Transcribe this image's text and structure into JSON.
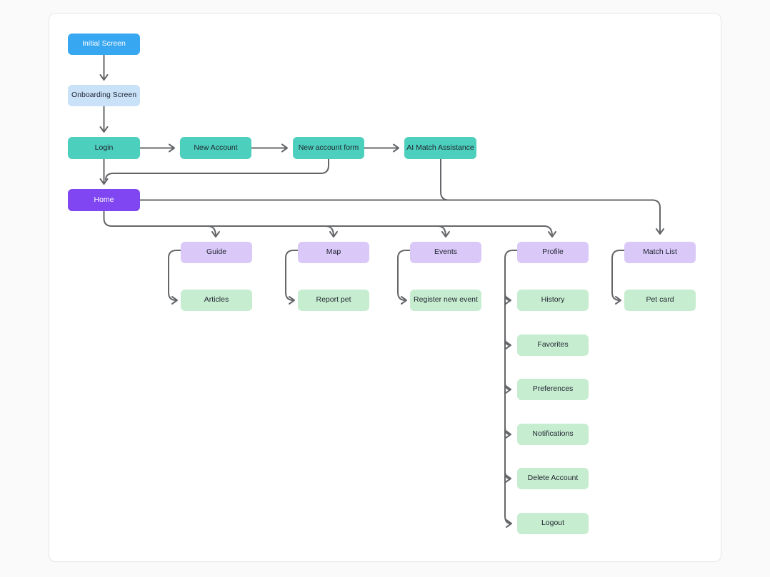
{
  "colors": {
    "background": "#fafafb",
    "card": "#ffffff",
    "card_border": "#e7e8ea",
    "connector_line": "#646669",
    "node_text_dark": "#1f2430",
    "node_blue": "#38a7f2",
    "node_lightblue": "#c9e2f8",
    "node_teal": "#4ccfbc",
    "node_purple": "#8046f2",
    "node_lavender": "#dac9f8",
    "node_green": "#c7edd0"
  },
  "nodes": {
    "initial_screen": {
      "label": "Initial Screen"
    },
    "onboarding_screen": {
      "label": "Onboarding Screen"
    },
    "login": {
      "label": "Login"
    },
    "new_account": {
      "label": "New Account"
    },
    "new_account_form": {
      "label": "New account form"
    },
    "ai_match_assistance": {
      "label": "AI Match Assistance"
    },
    "home": {
      "label": "Home"
    },
    "guide": {
      "label": "Guide"
    },
    "map": {
      "label": "Map"
    },
    "events": {
      "label": "Events"
    },
    "profile": {
      "label": "Profile"
    },
    "match_list": {
      "label": "Match List"
    },
    "articles": {
      "label": "Articles"
    },
    "report_pet": {
      "label": "Report pet"
    },
    "register_new_event": {
      "label": "Register new event"
    },
    "history": {
      "label": "History"
    },
    "favorites": {
      "label": "Favorites"
    },
    "preferences": {
      "label": "Preferences"
    },
    "notifications": {
      "label": "Notifications"
    },
    "delete_account": {
      "label": "Delete Account"
    },
    "logout": {
      "label": "Logout"
    },
    "pet_card": {
      "label": "Pet card"
    }
  },
  "edges": [
    "Initial Screen -> Onboarding Screen",
    "Onboarding Screen -> Login",
    "Login -> New Account",
    "New Account -> New account form",
    "New account form -> AI Match Assistance",
    "Login -> Home",
    "New account form -> Home",
    "AI Match Assistance -> Match List",
    "Home -> Match List",
    "Home -> Guide",
    "Home -> Map",
    "Home -> Events",
    "Home -> Profile",
    "Guide -> Articles",
    "Map -> Report pet",
    "Events -> Register new event",
    "Match List -> Pet card",
    "Profile -> History",
    "Profile -> Favorites",
    "Profile -> Preferences",
    "Profile -> Notifications",
    "Profile -> Delete Account",
    "Profile -> Logout"
  ]
}
